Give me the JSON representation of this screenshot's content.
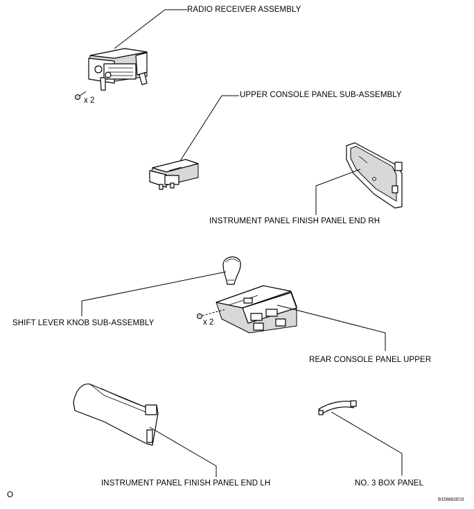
{
  "labels": {
    "radio": "RADIO RECEIVER ASSEMBLY",
    "upper_console": "UPPER CONSOLE PANEL SUB-ASSEMBLY",
    "finish_rh": "INSTRUMENT PANEL FINISH PANEL END RH",
    "shift_knob": "SHIFT LEVER KNOB SUB-ASSEMBLY",
    "rear_console": "REAR CONSOLE PANEL UPPER",
    "finish_lh": "INSTRUMENT PANEL FINISH PANEL END LH",
    "box_panel": "NO. 3 BOX PANEL"
  },
  "quantities": {
    "radio_screws": "x 2",
    "rear_console_screws": "x 2"
  },
  "corner_mark": "O",
  "reference_code": "B156882E03"
}
